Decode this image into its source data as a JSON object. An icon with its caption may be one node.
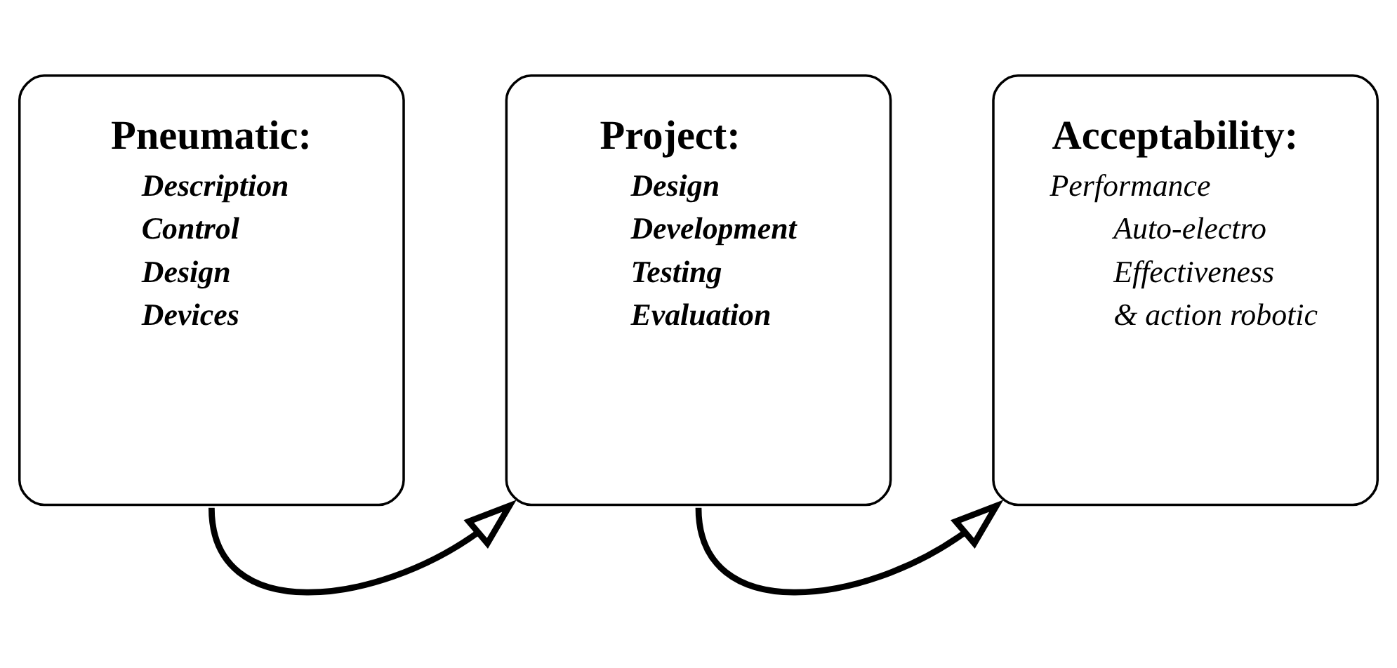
{
  "diagram": {
    "nodes": [
      {
        "text": [
          "Pneumatic:",
          "Description",
          "Control",
          "Design",
          "Devices"
        ]
      },
      {
        "text": [
          "Project:",
          "Design",
          "Development",
          "Testing",
          "Evaluation"
        ]
      },
      {
        "text": [
          "Acceptability:",
          "Performance",
          "Auto-electro",
          "Effectiveness",
          "& action robotic"
        ]
      }
    ],
    "edges": [
      {
        "from": 0,
        "to": 1,
        "arrow": "to"
      },
      {
        "from": 1,
        "to": 2,
        "arrow": "to"
      }
    ]
  }
}
